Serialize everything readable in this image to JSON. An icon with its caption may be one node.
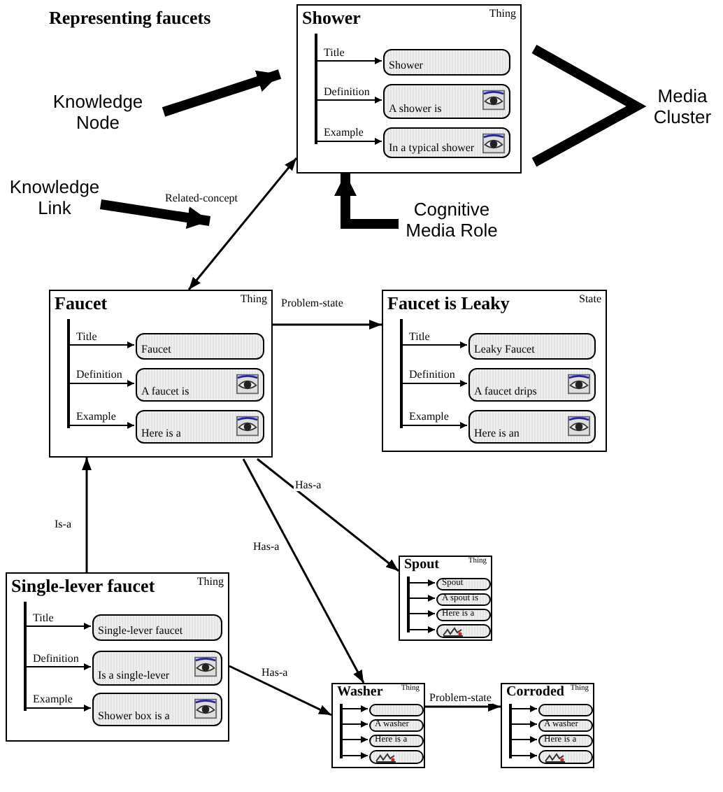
{
  "diagram": {
    "title": "Representing faucets",
    "nodes": [
      {
        "text": [
          "Shower",
          "Thing"
        ]
      },
      {
        "text": [
          "Shower"
        ],
        "in": 0
      },
      {
        "text": [
          "A shower is"
        ],
        "in": 0
      },
      {
        "text": [
          "In a typical shower"
        ],
        "in": 0
      },
      {
        "text": [
          "Knowledge Node"
        ]
      },
      {
        "text": [
          "Knowledge Link"
        ]
      },
      {
        "text": [
          "Cognitive Media Role"
        ]
      },
      {
        "text": [
          "Faucet",
          "Thing"
        ]
      },
      {
        "text": [
          "Faucet"
        ],
        "in": 7
      },
      {
        "text": [
          "A faucet is"
        ],
        "in": 7
      },
      {
        "text": [
          "Here is a"
        ],
        "in": 7
      },
      {
        "text": [
          "Faucet is Leaky",
          "State"
        ]
      },
      {
        "text": [
          "Leaky Faucet"
        ],
        "in": 11
      },
      {
        "text": [
          "A faucet drips"
        ],
        "in": 11
      },
      {
        "text": [
          "Here is an"
        ],
        "in": 11
      },
      {
        "text": [
          "Single-lever faucet",
          "Thing"
        ]
      },
      {
        "text": [
          "Single-lever faucet"
        ],
        "in": 15
      },
      {
        "text": [
          "Is a single-lever"
        ],
        "in": 15
      },
      {
        "text": [
          "Shower box is a"
        ],
        "in": 15
      },
      {
        "text": [
          "Spout",
          "Thing"
        ]
      },
      {
        "text": [
          "Spout"
        ],
        "in": 19
      },
      {
        "text": [
          "A spout is"
        ],
        "in": 19
      },
      {
        "text": [
          "Here is a"
        ],
        "in": 19
      },
      {
        "text": [],
        "shape": "picture",
        "in": 19
      },
      {
        "text": [
          "Washer",
          "Thing"
        ]
      },
      {
        "text": [],
        "shape": "box",
        "in": 24
      },
      {
        "text": [
          "A washer"
        ],
        "in": 24
      },
      {
        "text": [
          "Here is a"
        ],
        "in": 24
      },
      {
        "text": [],
        "shape": "picture",
        "in": 24
      },
      {
        "text": [
          "Corroded",
          "Thing"
        ]
      },
      {
        "text": [],
        "shape": "box",
        "in": 29
      },
      {
        "text": [
          "A washer"
        ],
        "in": 29
      },
      {
        "text": [
          "Here is a"
        ],
        "in": 29
      },
      {
        "text": [],
        "shape": "picture",
        "in": 29
      },
      {
        "text": [],
        "shape": "bar",
        "in": 0
      },
      {
        "text": [],
        "shape": "bar",
        "in": 7
      },
      {
        "text": [],
        "shape": "bar",
        "in": 11
      },
      {
        "text": [],
        "shape": "bar",
        "in": 15
      },
      {
        "text": [],
        "shape": "bar",
        "in": 19
      },
      {
        "text": [],
        "shape": "bar",
        "in": 24
      },
      {
        "text": [],
        "shape": "bar",
        "in": 29
      }
    ],
    "edges": [
      {
        "from": 4,
        "to": 0,
        "arrow": "to",
        "style": "thick"
      },
      {
        "from": 5,
        "to": null,
        "arrow": "to",
        "style": "thick"
      },
      {
        "from": 6,
        "to": 0,
        "arrow": "to",
        "style": "thick"
      },
      {
        "from": 7,
        "to": 0,
        "arrow": "both",
        "label": "Related-concept"
      },
      {
        "from": 7,
        "to": 11,
        "arrow": "to",
        "label": "Problem-state"
      },
      {
        "from": 15,
        "to": 7,
        "arrow": "to",
        "label": "Is-a"
      },
      {
        "from": 7,
        "to": 19,
        "arrow": "to",
        "label": "Has-a"
      },
      {
        "from": 7,
        "to": 24,
        "arrow": "to",
        "label": "Has-a"
      },
      {
        "from": 15,
        "to": 24,
        "arrow": "to",
        "label": "Has-a"
      },
      {
        "from": 24,
        "to": 29,
        "arrow": "to",
        "label": "Problem-state"
      },
      {
        "from": 34,
        "to": 1,
        "arrow": "to",
        "label": "Title"
      },
      {
        "from": 34,
        "to": 2,
        "arrow": "to",
        "label": "Definition"
      },
      {
        "from": 34,
        "to": 3,
        "arrow": "to",
        "label": "Example"
      },
      {
        "from": 35,
        "to": 8,
        "arrow": "to",
        "label": "Title"
      },
      {
        "from": 35,
        "to": 9,
        "arrow": "to",
        "label": "Definition"
      },
      {
        "from": 35,
        "to": 10,
        "arrow": "to",
        "label": "Example"
      },
      {
        "from": 36,
        "to": 12,
        "arrow": "to",
        "label": "Title"
      },
      {
        "from": 36,
        "to": 13,
        "arrow": "to",
        "label": "Definition"
      },
      {
        "from": 36,
        "to": 14,
        "arrow": "to",
        "label": "Example"
      },
      {
        "from": 37,
        "to": 16,
        "arrow": "to",
        "label": "Title"
      },
      {
        "from": 37,
        "to": 17,
        "arrow": "to",
        "label": "Definition"
      },
      {
        "from": 37,
        "to": 18,
        "arrow": "to",
        "label": "Example"
      },
      {
        "from": 38,
        "to": 20,
        "arrow": "to"
      },
      {
        "from": 38,
        "to": 21,
        "arrow": "to"
      },
      {
        "from": 38,
        "to": 22,
        "arrow": "to"
      },
      {
        "from": 38,
        "to": 23,
        "arrow": "to"
      },
      {
        "from": 39,
        "to": 25,
        "arrow": "to"
      },
      {
        "from": 39,
        "to": 26,
        "arrow": "to"
      },
      {
        "from": 39,
        "to": 27,
        "arrow": "to"
      },
      {
        "from": 39,
        "to": 28,
        "arrow": "to"
      },
      {
        "from": 40,
        "to": 30,
        "arrow": "to"
      },
      {
        "from": 40,
        "to": 31,
        "arrow": "to"
      },
      {
        "from": 40,
        "to": 32,
        "arrow": "to"
      },
      {
        "from": 40,
        "to": 33,
        "arrow": "to"
      }
    ],
    "labels": [
      "Media Cluster"
    ]
  }
}
